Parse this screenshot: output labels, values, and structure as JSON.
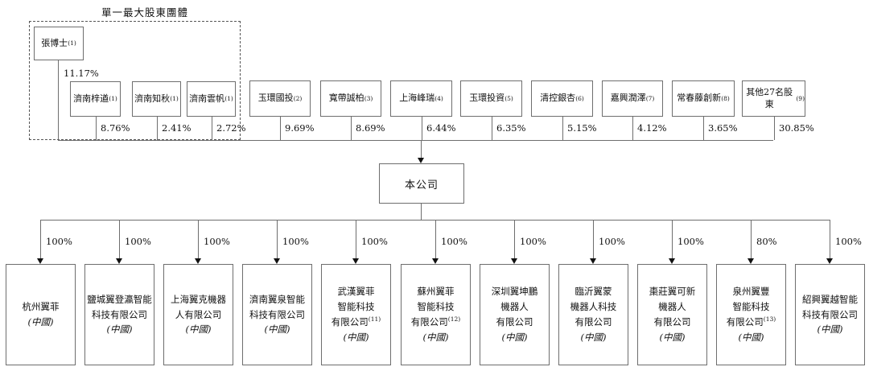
{
  "group": {
    "title": "單一最大股東團體",
    "founder": {
      "name": "張博士",
      "sup": "(1)",
      "pct": "11.17%"
    },
    "members": [
      {
        "name": "濟南梓遒",
        "sup": "(1)",
        "pct": "8.76%"
      },
      {
        "name": "濟南知秋",
        "sup": "(1)",
        "pct": "2.41%"
      },
      {
        "name": "濟南雲帆",
        "sup": "(1)",
        "pct": "2.72%"
      }
    ]
  },
  "shareholders": [
    {
      "name": "玉環國投",
      "sup": "(2)",
      "pct": "9.69%"
    },
    {
      "name": "寬帶誠柏",
      "sup": "(3)",
      "pct": "8.69%"
    },
    {
      "name": "上海峰瑞",
      "sup": "(4)",
      "pct": "6.44%"
    },
    {
      "name": "玉環投資",
      "sup": "(5)",
      "pct": "6.35%"
    },
    {
      "name": "清控銀杏",
      "sup": "(6)",
      "pct": "5.15%"
    },
    {
      "name": "嘉興潤澤",
      "sup": "(7)",
      "pct": "4.12%"
    },
    {
      "name": "常春藤創新",
      "sup": "(8)",
      "pct": "3.65%"
    },
    {
      "name": "其他27名股東",
      "sup": "(9)",
      "pct": "30.85%"
    }
  ],
  "company": {
    "name": "本公司"
  },
  "subsidiaries": [
    {
      "name": "杭州翼菲",
      "sup": "",
      "country": "(中國)",
      "pct": "100%"
    },
    {
      "name": "鹽城翼登瀛智能\n科技有限公司",
      "sup": "",
      "country": "(中國)",
      "pct": "100%"
    },
    {
      "name": "上海翼克機器\n人有限公司",
      "sup": "",
      "country": "(中國)",
      "pct": "100%"
    },
    {
      "name": "濟南翼泉智能\n科技有限公司",
      "sup": "",
      "country": "(中國)",
      "pct": "100%"
    },
    {
      "name": "武漢翼菲\n智能科技\n有限公司",
      "sup": "(11)",
      "country": "(中國)",
      "pct": "100%"
    },
    {
      "name": "蘇州翼菲\n智能科技\n有限公司",
      "sup": "(12)",
      "country": "(中國)",
      "pct": "100%"
    },
    {
      "name": "深圳翼坤鵬\n機器人\n有限公司",
      "sup": "",
      "country": "(中國)",
      "pct": "100%"
    },
    {
      "name": "臨沂翼蒙\n機器人科技\n有限公司",
      "sup": "",
      "country": "(中國)",
      "pct": "100%"
    },
    {
      "name": "棗莊翼可新\n機器人\n有限公司",
      "sup": "",
      "country": "(中國)",
      "pct": "100%"
    },
    {
      "name": "泉州翼豐\n智能科技\n有限公司",
      "sup": "(13)",
      "country": "(中國)",
      "pct": "80%"
    },
    {
      "name": "紹興翼越智能\n科技有限公司",
      "sup": "",
      "country": "(中國)",
      "pct": "100%"
    }
  ],
  "colors": {
    "line": "#6e6e6e",
    "text": "#111111",
    "arrow": "#111111"
  }
}
